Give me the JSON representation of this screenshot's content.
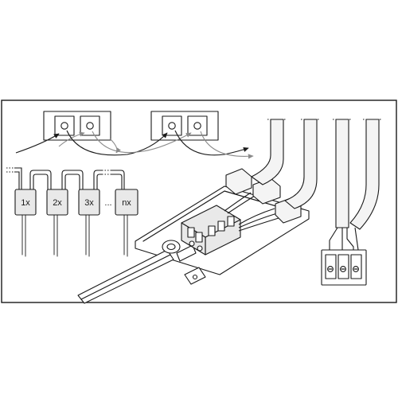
{
  "diagram": {
    "driver_labels": [
      "1x",
      "2x",
      "3x",
      "nx"
    ],
    "ellipsis": "...",
    "colors": {
      "stroke": "#1a1a1a",
      "fill_gray": "#e9e9e9",
      "arrow_gray": "#8a8a8a"
    }
  }
}
